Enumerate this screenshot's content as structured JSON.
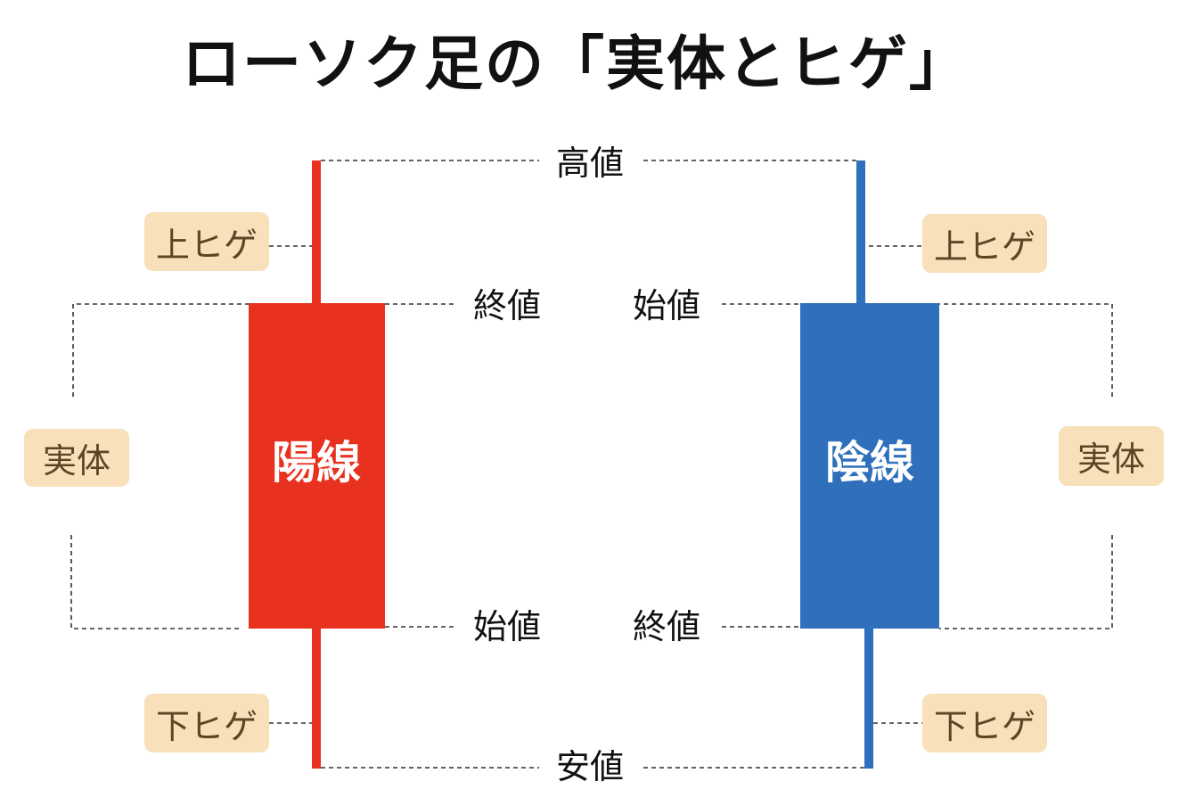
{
  "title": "ローソク足の「実体とヒゲ」",
  "colors": {
    "bullish": "#e8321f",
    "bearish": "#2f6fbb",
    "tag_bg": "#f8e0bb",
    "tag_text": "#5b4624"
  },
  "labels": {
    "high": "高値",
    "low": "安値",
    "bull_close": "終値",
    "bull_open": "始値",
    "bear_open": "始値",
    "bear_close": "終値"
  },
  "bullish": {
    "name": "陽線",
    "upper_shadow": "上ヒゲ",
    "lower_shadow": "下ヒゲ",
    "body": "実体"
  },
  "bearish": {
    "name": "陰線",
    "upper_shadow": "上ヒゲ",
    "lower_shadow": "下ヒゲ",
    "body": "実体"
  }
}
